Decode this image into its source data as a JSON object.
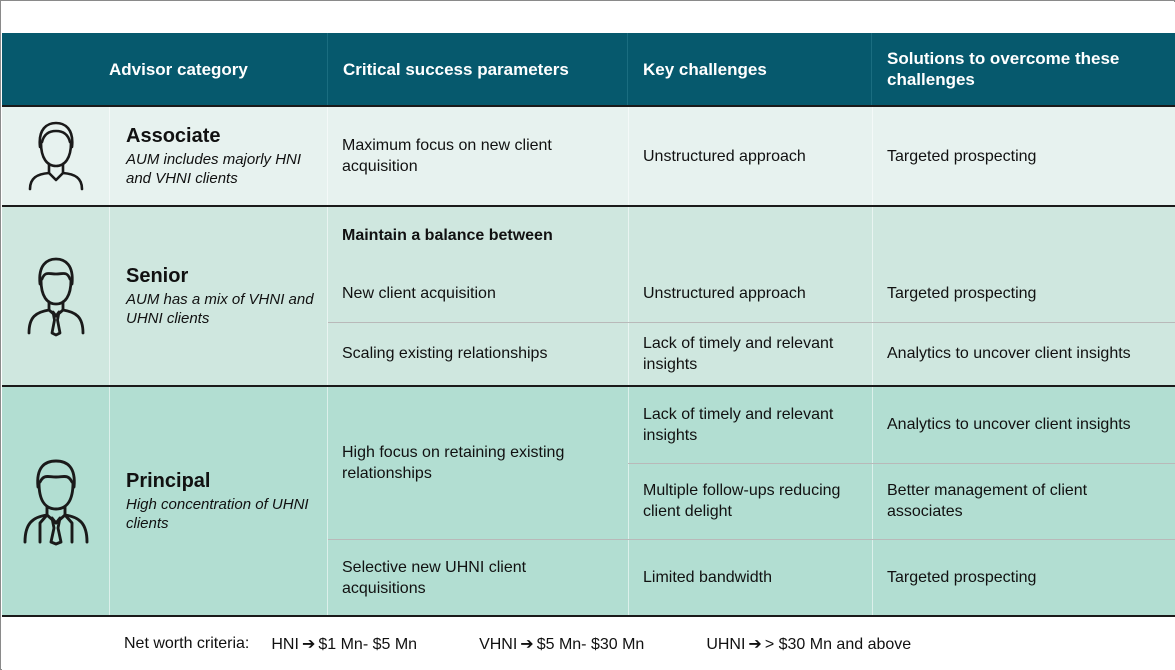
{
  "header": {
    "columns": [
      {
        "key": "icon",
        "label": ""
      },
      {
        "key": "category",
        "label": "Advisor category"
      },
      {
        "key": "parameters",
        "label": "Critical success parameters"
      },
      {
        "key": "challenges",
        "label": "Key challenges"
      },
      {
        "key": "solutions",
        "label": "Solutions to overcome these challenges"
      }
    ],
    "bg_color": "#06596d",
    "text_color": "#ffffff"
  },
  "rows": [
    {
      "icon": "advisor-associate-icon",
      "title": "Associate",
      "subtitle": "AUM includes majorly HNI and VHNI clients",
      "bg_color": "#e7f2ef",
      "groups": [
        {
          "parameter": "Maximum focus on new client acquisition",
          "parameter_bold": false,
          "items": [
            {
              "challenge": "Unstructured approach",
              "solution": "Targeted prospecting"
            }
          ]
        }
      ]
    },
    {
      "icon": "advisor-senior-icon",
      "title": "Senior",
      "subtitle": "AUM has a mix of VHNI and UHNI clients",
      "bg_color": "#cfe7df",
      "heading": "Maintain a balance between",
      "groups": [
        {
          "parameter": "New client acquisition",
          "parameter_bold": false,
          "items": [
            {
              "challenge": "Unstructured approach",
              "solution": "Targeted prospecting"
            }
          ]
        },
        {
          "parameter": "Scaling existing relationships",
          "parameter_bold": false,
          "items": [
            {
              "challenge": "Lack of timely and relevant insights",
              "solution": "Analytics to uncover client insights"
            }
          ]
        }
      ]
    },
    {
      "icon": "advisor-principal-icon",
      "title": "Principal",
      "subtitle": "High concentration of UHNI clients",
      "bg_color": "#b2ded2",
      "groups": [
        {
          "parameter": "High focus on retaining existing relationships",
          "parameter_bold": false,
          "items": [
            {
              "challenge": "Lack of timely and relevant insights",
              "solution": "Analytics to uncover client insights"
            },
            {
              "challenge": "Multiple follow-ups reducing client delight",
              "solution": "Better management of client associates"
            }
          ]
        },
        {
          "parameter": "Selective new UHNI client acquisitions",
          "parameter_bold": false,
          "items": [
            {
              "challenge": "Limited bandwidth",
              "solution": "Targeted prospecting"
            }
          ]
        }
      ]
    }
  ],
  "footer": {
    "label": "Net worth criteria:",
    "arrow": "➔",
    "items": [
      {
        "tier": "HNI",
        "range": "$1 Mn- $5 Mn"
      },
      {
        "tier": "VHNI",
        "range": "$5 Mn- $30 Mn"
      },
      {
        "tier": "UHNI",
        "range": "> $30 Mn and above"
      }
    ]
  }
}
